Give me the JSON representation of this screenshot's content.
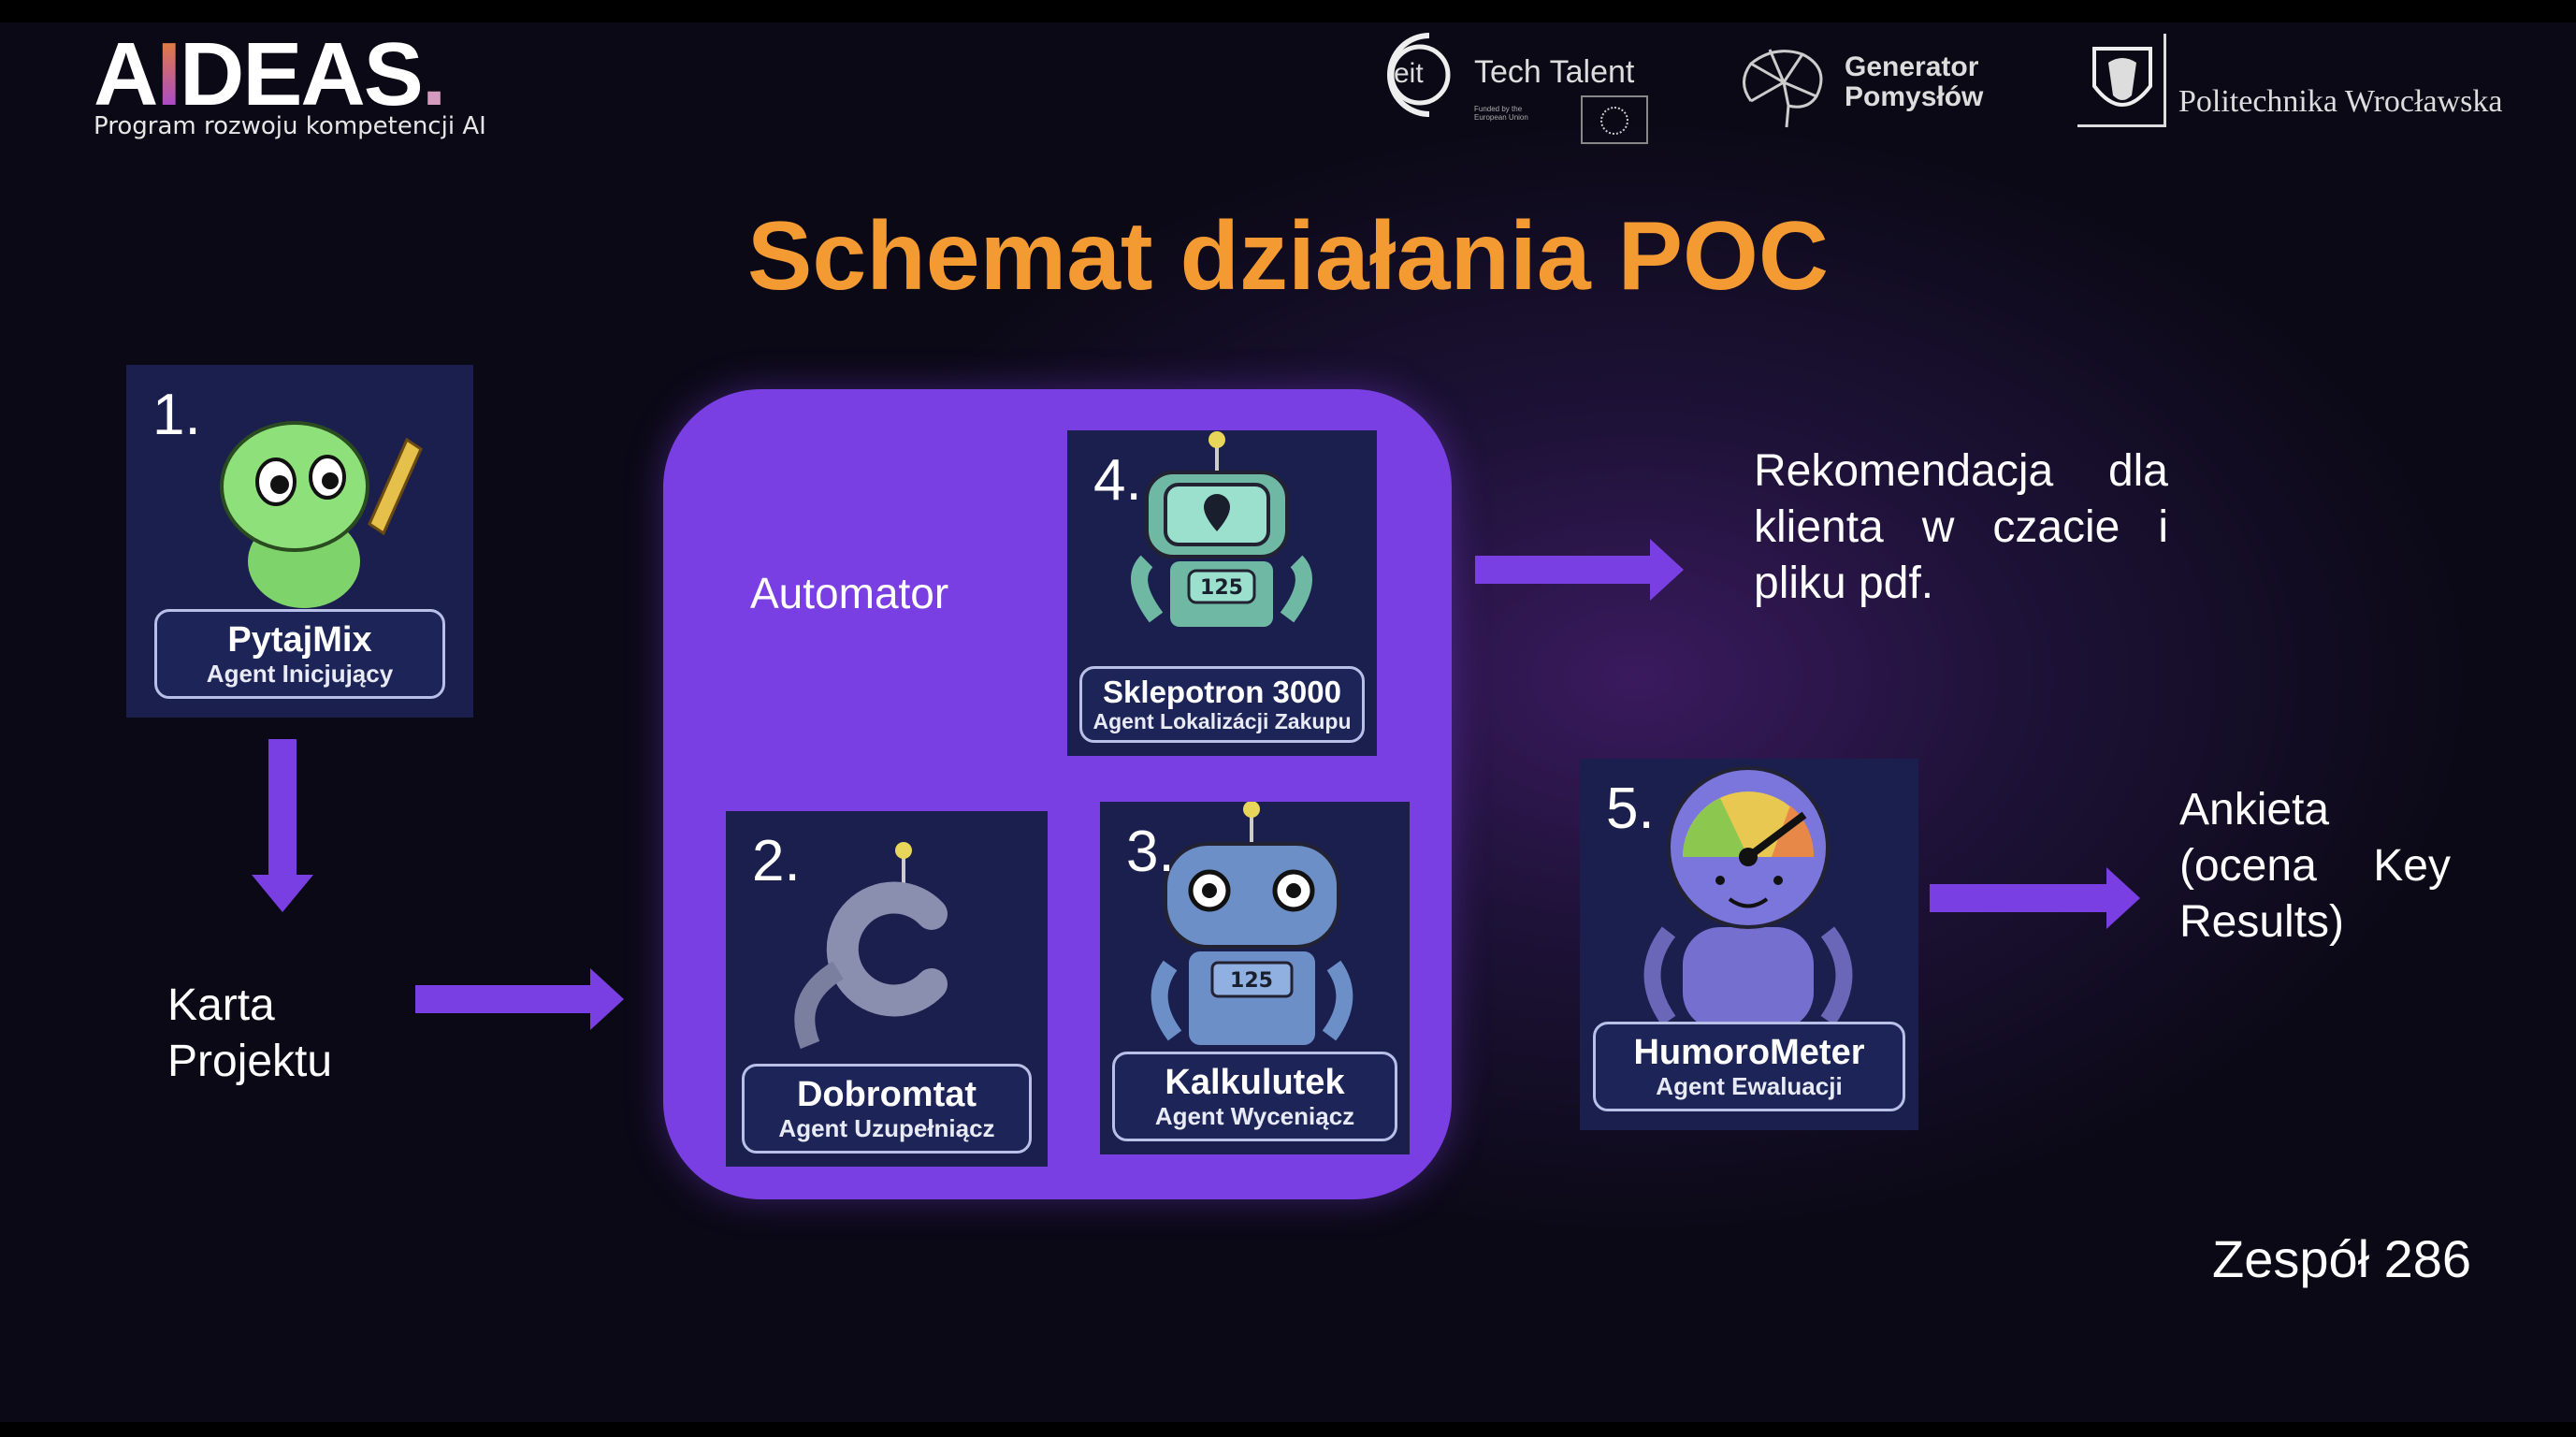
{
  "header": {
    "logo_text_a": "A",
    "logo_text_i": "I",
    "logo_text_rest": "DEAS",
    "logo_dot": ".",
    "logo_subtitle": "Program rozwoju kompetencji AI",
    "partners": [
      {
        "name": "Tech Talent",
        "mark": "eit",
        "note": "Funded by the European Union"
      },
      {
        "name_line1": "Generator",
        "name_line2": "Pomysłów"
      },
      {
        "name": "Politechnika Wrocławska"
      }
    ]
  },
  "title": "Schemat działania POC",
  "automator_label": "Automator",
  "agents": [
    {
      "number": "1.",
      "name": "PytajMix",
      "role": "Agent Inicjujący"
    },
    {
      "number": "2.",
      "name": "Dobromtat",
      "role": "Agent Uzupełniącz"
    },
    {
      "number": "3.",
      "name": "Kalkulutek",
      "role": "Agent Wyceniącz",
      "screen": "125"
    },
    {
      "number": "4.",
      "name": "Sklepotron 3000",
      "role": "Agent Lokalizácji Zakupu",
      "screen": "125"
    },
    {
      "number": "5.",
      "name": "HumoroMeter",
      "role": "Agent Ewaluacji"
    }
  ],
  "flow": {
    "karta_line1": "Karta",
    "karta_line2": "Projektu",
    "recommendation_lines": [
      "Rekomendacja dla",
      "klienta w czacie i",
      "pliku pdf."
    ],
    "survey_lines": [
      "Ankieta",
      "(ocena Key",
      "Results)"
    ]
  },
  "footer": {
    "team": "Zespół 286"
  },
  "colors": {
    "accent_purple": "#7a3fe2",
    "title_orange": "#f39a33",
    "card_navy": "#1a1f4e"
  }
}
